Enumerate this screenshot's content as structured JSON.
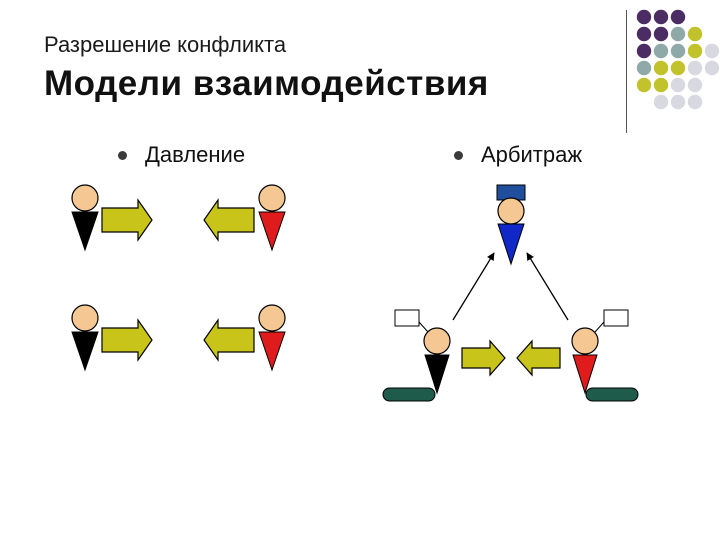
{
  "slide": {
    "subtitle": "Разрешение конфликта",
    "title": "Модели взаимодействия",
    "bullets": [
      {
        "label": "Давление"
      },
      {
        "label": "Арбитраж"
      }
    ]
  },
  "colors": {
    "skin": "#F5C893",
    "arrow_fill": "#C8C41A",
    "body_black": "#000000",
    "body_red": "#E01B1B",
    "body_blue": "#1028C8",
    "hat_blue": "#1F4E9C",
    "desk_green": "#1E5B4A",
    "dot_purple": "#4B2D63",
    "dot_teal": "#8FA8A8",
    "dot_olive": "#C2C22C",
    "dot_light": "#D8D8E0"
  },
  "decor_dot_grid": [
    [
      "dot_purple",
      "dot_purple",
      "dot_purple",
      "",
      ""
    ],
    [
      "dot_purple",
      "dot_purple",
      "dot_teal",
      "dot_olive",
      ""
    ],
    [
      "dot_purple",
      "dot_teal",
      "dot_teal",
      "dot_olive",
      "dot_light"
    ],
    [
      "dot_teal",
      "dot_olive",
      "dot_olive",
      "dot_light",
      "dot_light"
    ],
    [
      "dot_olive",
      "dot_olive",
      "dot_light",
      "dot_light",
      ""
    ],
    [
      "",
      "dot_light",
      "dot_light",
      "dot_light",
      ""
    ]
  ]
}
